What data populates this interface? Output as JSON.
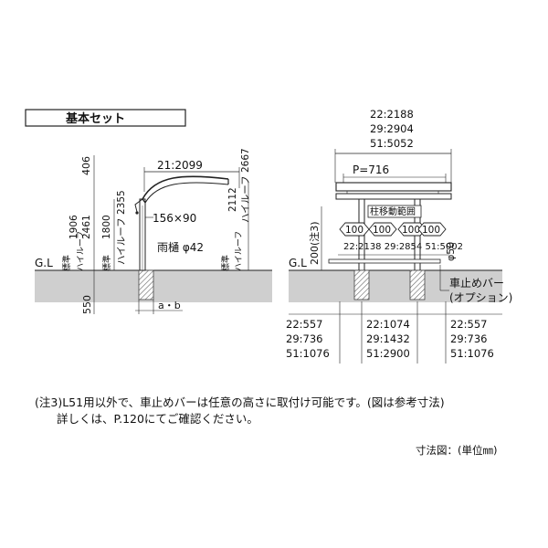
{
  "section_title": "基本セット",
  "left_view": {
    "dim_top_overall": "406",
    "dim_span": "21:2099",
    "dim_left_1": "1906",
    "dim_left_2": "2461",
    "dim_col_1": "1800",
    "dim_col_2": "ハイルーフ 2355",
    "label_std": "標準",
    "label_high": "ハイルーフ",
    "dim_right_1": "2112",
    "dim_right_2": "ハイルーフ 2667",
    "post_size": "156×90",
    "gutter": "雨樋 φ42",
    "ground_label": "G.L",
    "foundation_depth": "550",
    "ab_label": "a・b"
  },
  "right_view": {
    "top_dims": [
      "22:2188",
      "29:2904",
      "51:5052"
    ],
    "pitch": "P=716",
    "beam_label": "柱移動範囲",
    "spacing": [
      "100",
      "100",
      "100",
      "100"
    ],
    "mid_dims": "22:2138 29:2854 51:5002",
    "height_note": "200(注3)",
    "pipe_dia": "φ50",
    "ground_label": "G.L",
    "stop_bar": "車止めバー",
    "option": "(オプション)",
    "bottom_cols": [
      [
        "22:557",
        "29:736",
        "51:1076"
      ],
      [
        "22:1074",
        "29:1432",
        "51:2900"
      ],
      [
        "22:557",
        "29:736",
        "51:1076"
      ]
    ]
  },
  "notes": {
    "line1": "(注3)L51用以外で、車止めバーは任意の高さに取付け可能です。(図は参考寸法)",
    "line2": "詳しくは、P.120にてご確認ください。",
    "units": "寸法図：(単位㎜)"
  }
}
